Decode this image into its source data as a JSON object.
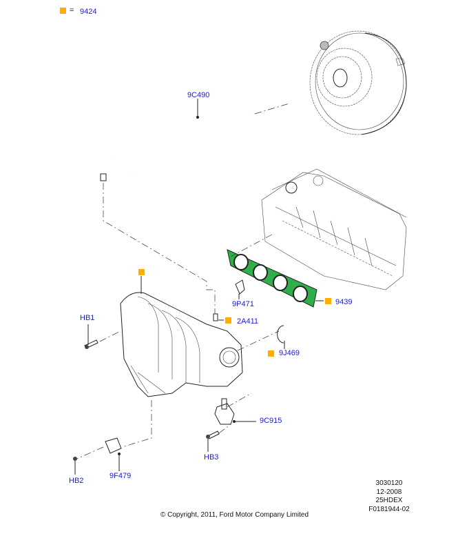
{
  "legend": {
    "symbol_color": "#ffae00",
    "equals": "=",
    "part_number": "9424"
  },
  "parts": [
    {
      "id": "9C490",
      "name": "hose",
      "marked": false
    },
    {
      "id": "9P471",
      "name": "sensor",
      "marked": false
    },
    {
      "id": "9439",
      "name": "gasket",
      "marked": true
    },
    {
      "id": "2A411",
      "name": "connector",
      "marked": true
    },
    {
      "id": "9J469",
      "name": "seal-ring",
      "marked": true
    },
    {
      "id": "HB1",
      "name": "bolt",
      "marked": false
    },
    {
      "id": "9C915",
      "name": "valve",
      "marked": false
    },
    {
      "id": "HB3",
      "name": "bolt",
      "marked": false
    },
    {
      "id": "HB2",
      "name": "bolt",
      "marked": false
    },
    {
      "id": "9F479",
      "name": "bracket",
      "marked": false
    }
  ],
  "reference": {
    "line1": "3030120",
    "line2": "12-2008",
    "line3": "25HDEX",
    "line4": "F0181944-02"
  },
  "copyright": "© Copyright, 2011, Ford Motor Company Limited",
  "colors": {
    "label_blue": "#1a1ad4",
    "marker_orange": "#ffae00",
    "gasket_green": "#2fae4a"
  }
}
